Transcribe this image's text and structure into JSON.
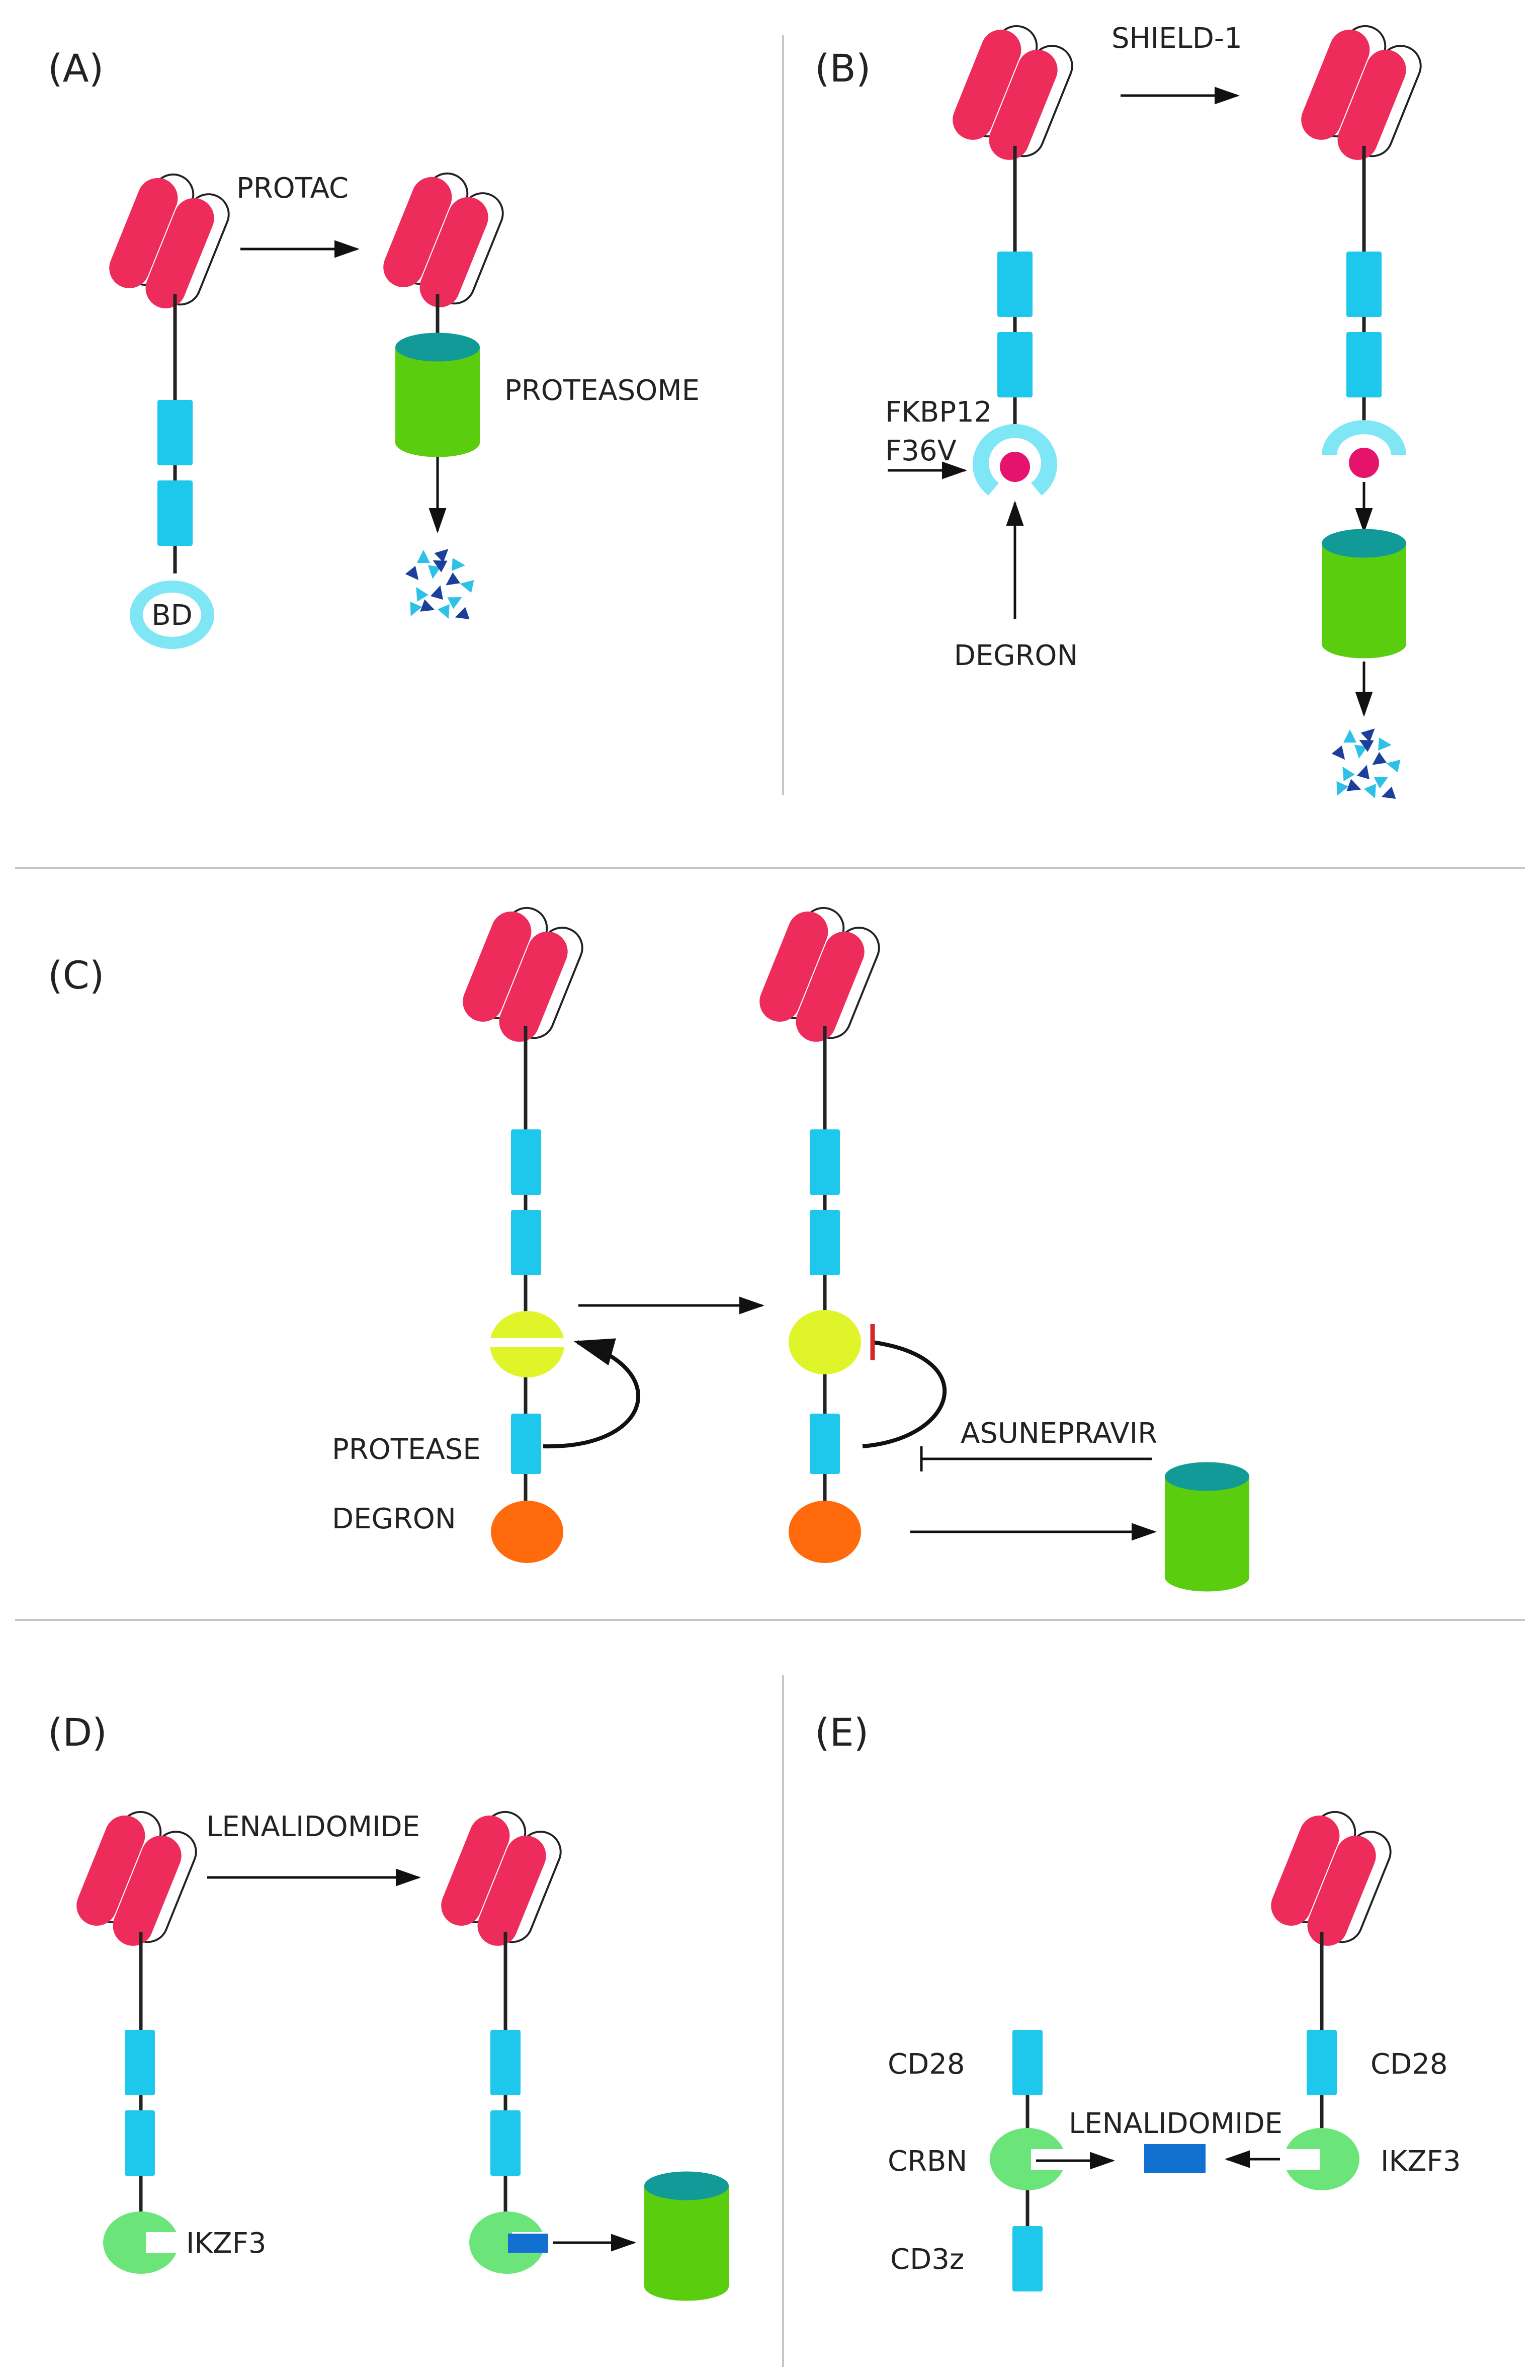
{
  "colors": {
    "receptor_head": "#ee2c5c",
    "domain": "#1ec7ec",
    "binder": "#7fe6f5",
    "proteasome_body": "#5acd0f",
    "proteasome_top": "#119a98",
    "protease": "#dff52a",
    "degron": "#ff6a0d",
    "ikzf3": "#6be47a",
    "lenalidomide": "#1170d0",
    "inhibitor_bar": "#d22a2a",
    "fragment_dark": "#1c3f9a",
    "fragment_light": "#2dc1e8",
    "divider": "#c6c6c6",
    "ink": "#222222"
  },
  "panels": {
    "a": {
      "label": "(A)",
      "arrow_label": "PROTAC",
      "proteasome_label": "PROTEASOME",
      "binder_label": "BD"
    },
    "b": {
      "label": "(B)",
      "arrow_label": "SHIELD-1",
      "fkbp_label_1": "FKBP12",
      "fkbp_label_2": "F36V",
      "degron_label": "DEGRON"
    },
    "c": {
      "label": "(C)",
      "protease_label": "PROTEASE",
      "degron_label": "DEGRON",
      "inhibitor_label": "ASUNEPRAVIR"
    },
    "d": {
      "label": "(D)",
      "arrow_label": "LENALIDOMIDE",
      "ikzf3_label": "IKZF3"
    },
    "e": {
      "label": "(E)",
      "left_cd28_label": "CD28",
      "crbn_label": "CRBN",
      "cd3z_label": "CD3z",
      "drug_label": "LENALIDOMIDE",
      "right_cd28_label": "CD28",
      "ikzf3_label": "IKZF3"
    }
  }
}
